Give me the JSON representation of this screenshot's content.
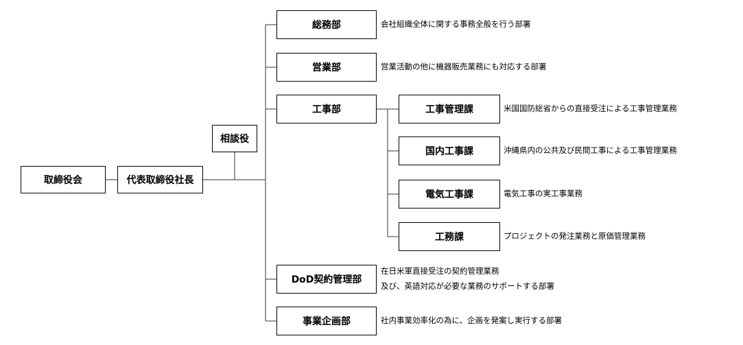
{
  "boxes": {
    "board": "取締役会",
    "president": "代表取締役社長",
    "advisor": "相談役",
    "general_affairs": "総務部",
    "sales": "営業部",
    "construction": "工事部",
    "construction_mgmt": "工事管理課",
    "domestic_construction": "国内工事課",
    "electrical_construction": "電気工事課",
    "engineering": "工務課",
    "dod_contract": "DoD契約管理部",
    "business_planning": "事業企画部"
  },
  "descriptions": {
    "general_affairs": "会社組織全体に関する事務全般を行う部署",
    "sales": "営業活動の他に機器販売業務にも対応する部署",
    "construction_mgmt": "米国国防総省からの直接受注による工事管理業務",
    "domestic_construction": "沖縄県内の公共及び民間工事による工事管理業務",
    "electrical_construction": "電気工事の実工事業務",
    "engineering": "プロジェクトの発注業務と原価管理業務",
    "dod_contract_line1": "在日米軍直接受注の契約管理業務",
    "dod_contract_line2": "及び、英語対応が必要な業務のサポートする部署",
    "business_planning": "社内事業効率化の為に、企画を発案し実行する部署"
  }
}
